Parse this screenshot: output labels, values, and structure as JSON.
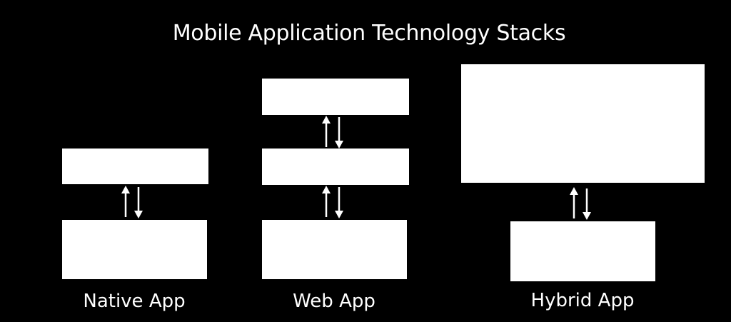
{
  "diagram": {
    "title": "Mobile Application Technology Stacks",
    "colors": {
      "background": "#000000",
      "foreground": "#ffffff"
    },
    "stacks": [
      {
        "label": "Native App"
      },
      {
        "label": "Web App"
      },
      {
        "label": "Hybrid App"
      }
    ]
  }
}
